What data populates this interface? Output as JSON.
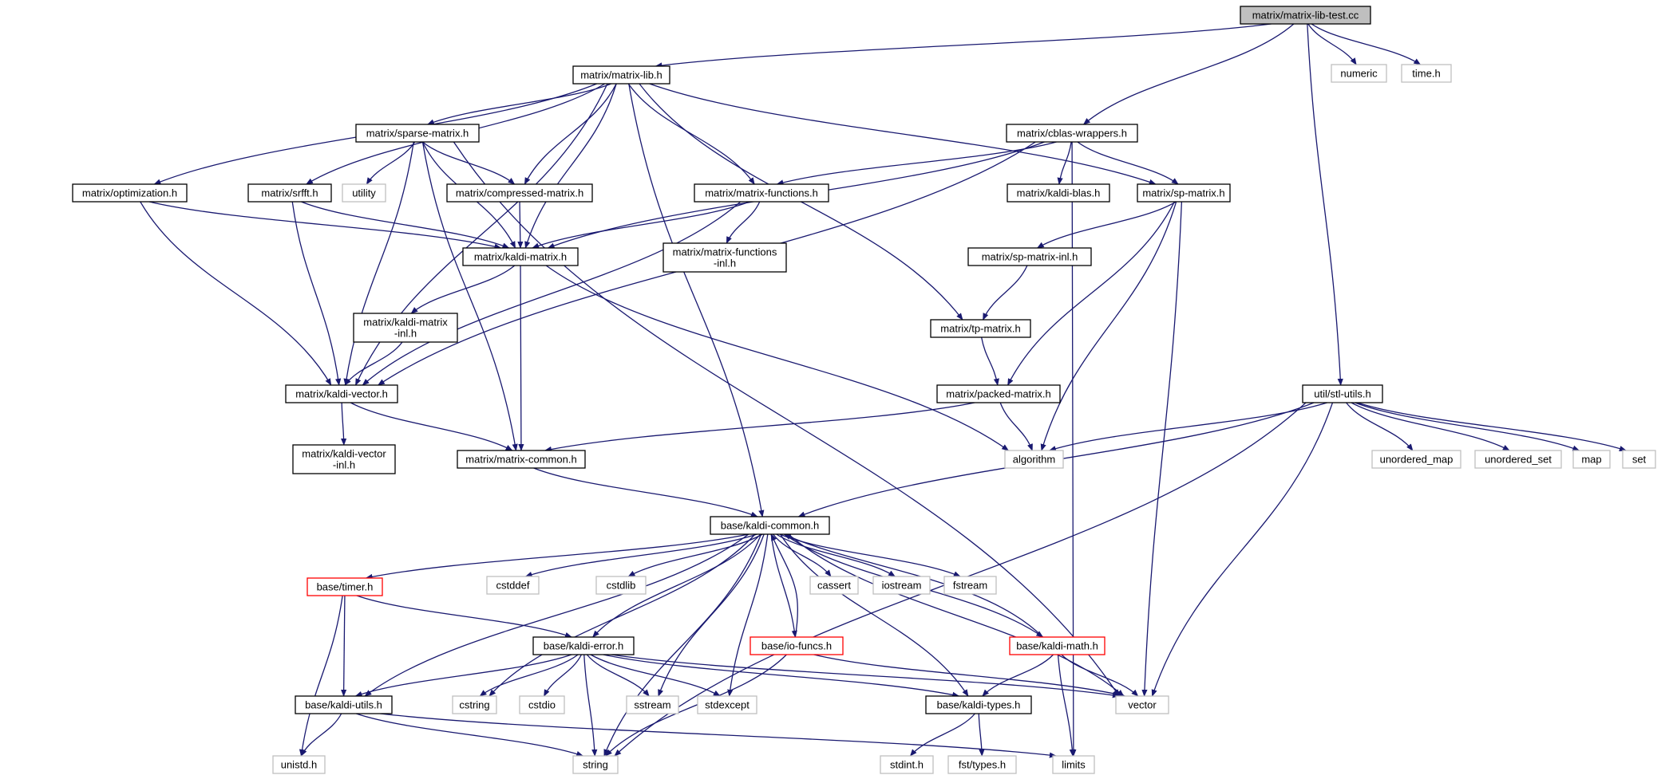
{
  "graph": {
    "edge_color": "#191970",
    "nodes": [
      {
        "id": "root",
        "label": [
          "matrix/matrix-lib-test.cc"
        ],
        "kind": "root"
      },
      {
        "id": "matrixlib",
        "label": [
          "matrix/matrix-lib.h"
        ],
        "kind": "primary"
      },
      {
        "id": "numeric",
        "label": [
          "numeric"
        ],
        "kind": "system"
      },
      {
        "id": "timeh",
        "label": [
          "time.h"
        ],
        "kind": "system"
      },
      {
        "id": "sparse",
        "label": [
          "matrix/sparse-matrix.h"
        ],
        "kind": "primary"
      },
      {
        "id": "cblas",
        "label": [
          "matrix/cblas-wrappers.h"
        ],
        "kind": "primary"
      },
      {
        "id": "optim",
        "label": [
          "matrix/optimization.h"
        ],
        "kind": "primary"
      },
      {
        "id": "srfft",
        "label": [
          "matrix/srfft.h"
        ],
        "kind": "primary"
      },
      {
        "id": "utility",
        "label": [
          "utility"
        ],
        "kind": "system"
      },
      {
        "id": "compressed",
        "label": [
          "matrix/compressed-matrix.h"
        ],
        "kind": "primary"
      },
      {
        "id": "mfunc",
        "label": [
          "matrix/matrix-functions.h"
        ],
        "kind": "primary"
      },
      {
        "id": "blas",
        "label": [
          "matrix/kaldi-blas.h"
        ],
        "kind": "primary"
      },
      {
        "id": "spm",
        "label": [
          "matrix/sp-matrix.h"
        ],
        "kind": "primary"
      },
      {
        "id": "kmatrix",
        "label": [
          "matrix/kaldi-matrix.h"
        ],
        "kind": "primary"
      },
      {
        "id": "mfuncinl",
        "label": [
          "matrix/matrix-functions",
          "-inl.h"
        ],
        "kind": "primary"
      },
      {
        "id": "spinl",
        "label": [
          "matrix/sp-matrix-inl.h"
        ],
        "kind": "primary"
      },
      {
        "id": "kminl",
        "label": [
          "matrix/kaldi-matrix",
          "-inl.h"
        ],
        "kind": "primary"
      },
      {
        "id": "tpm",
        "label": [
          "matrix/tp-matrix.h"
        ],
        "kind": "primary"
      },
      {
        "id": "kvector",
        "label": [
          "matrix/kaldi-vector.h"
        ],
        "kind": "primary"
      },
      {
        "id": "packed",
        "label": [
          "matrix/packed-matrix.h"
        ],
        "kind": "primary"
      },
      {
        "id": "stlutils",
        "label": [
          "util/stl-utils.h"
        ],
        "kind": "primary"
      },
      {
        "id": "kvinl",
        "label": [
          "matrix/kaldi-vector",
          "-inl.h"
        ],
        "kind": "primary"
      },
      {
        "id": "mcommon",
        "label": [
          "matrix/matrix-common.h"
        ],
        "kind": "primary"
      },
      {
        "id": "algorithm",
        "label": [
          "algorithm"
        ],
        "kind": "system"
      },
      {
        "id": "umap",
        "label": [
          "unordered_map"
        ],
        "kind": "system"
      },
      {
        "id": "uset",
        "label": [
          "unordered_set"
        ],
        "kind": "system"
      },
      {
        "id": "map",
        "label": [
          "map"
        ],
        "kind": "system"
      },
      {
        "id": "set",
        "label": [
          "set"
        ],
        "kind": "system"
      },
      {
        "id": "kcommon",
        "label": [
          "base/kaldi-common.h"
        ],
        "kind": "primary"
      },
      {
        "id": "timer",
        "label": [
          "base/timer.h"
        ],
        "kind": "warn"
      },
      {
        "id": "cstddef",
        "label": [
          "cstddef"
        ],
        "kind": "system"
      },
      {
        "id": "cstdlib",
        "label": [
          "cstdlib"
        ],
        "kind": "system"
      },
      {
        "id": "cassert",
        "label": [
          "cassert"
        ],
        "kind": "system"
      },
      {
        "id": "iostream",
        "label": [
          "iostream"
        ],
        "kind": "system"
      },
      {
        "id": "fstream",
        "label": [
          "fstream"
        ],
        "kind": "system"
      },
      {
        "id": "kerror",
        "label": [
          "base/kaldi-error.h"
        ],
        "kind": "primary"
      },
      {
        "id": "iofuncs",
        "label": [
          "base/io-funcs.h"
        ],
        "kind": "warn"
      },
      {
        "id": "kmath",
        "label": [
          "base/kaldi-math.h"
        ],
        "kind": "warn"
      },
      {
        "id": "kutils",
        "label": [
          "base/kaldi-utils.h"
        ],
        "kind": "primary"
      },
      {
        "id": "cstring",
        "label": [
          "cstring"
        ],
        "kind": "system"
      },
      {
        "id": "cstdio",
        "label": [
          "cstdio"
        ],
        "kind": "system"
      },
      {
        "id": "sstream",
        "label": [
          "sstream"
        ],
        "kind": "system"
      },
      {
        "id": "stdexcept",
        "label": [
          "stdexcept"
        ],
        "kind": "system"
      },
      {
        "id": "ktypes",
        "label": [
          "base/kaldi-types.h"
        ],
        "kind": "primary"
      },
      {
        "id": "vector",
        "label": [
          "vector"
        ],
        "kind": "system"
      },
      {
        "id": "unistd",
        "label": [
          "unistd.h"
        ],
        "kind": "system"
      },
      {
        "id": "string",
        "label": [
          "string"
        ],
        "kind": "system"
      },
      {
        "id": "stdint",
        "label": [
          "stdint.h"
        ],
        "kind": "system"
      },
      {
        "id": "fsttypes",
        "label": [
          "fst/types.h"
        ],
        "kind": "system"
      },
      {
        "id": "limits",
        "label": [
          "limits"
        ],
        "kind": "system"
      }
    ],
    "edges": [
      [
        "root",
        "matrixlib"
      ],
      [
        "root",
        "numeric"
      ],
      [
        "root",
        "timeh"
      ],
      [
        "root",
        "cblas"
      ],
      [
        "root",
        "stlutils"
      ],
      [
        "matrixlib",
        "sparse"
      ],
      [
        "matrixlib",
        "optim"
      ],
      [
        "matrixlib",
        "srfft"
      ],
      [
        "matrixlib",
        "compressed"
      ],
      [
        "matrixlib",
        "mfunc"
      ],
      [
        "matrixlib",
        "kmatrix"
      ],
      [
        "matrixlib",
        "spm"
      ],
      [
        "matrixlib",
        "tpm"
      ],
      [
        "matrixlib",
        "kvector"
      ],
      [
        "matrixlib",
        "kcommon"
      ],
      [
        "sparse",
        "utility"
      ],
      [
        "sparse",
        "compressed"
      ],
      [
        "sparse",
        "kmatrix"
      ],
      [
        "sparse",
        "kvector"
      ],
      [
        "sparse",
        "mcommon"
      ],
      [
        "sparse",
        "vector"
      ],
      [
        "cblas",
        "mfunc"
      ],
      [
        "cblas",
        "blas"
      ],
      [
        "cblas",
        "spm"
      ],
      [
        "cblas",
        "kmatrix"
      ],
      [
        "cblas",
        "kvector"
      ],
      [
        "cblas",
        "limits"
      ],
      [
        "optim",
        "kmatrix"
      ],
      [
        "optim",
        "kvector"
      ],
      [
        "srfft",
        "kmatrix"
      ],
      [
        "srfft",
        "kvector"
      ],
      [
        "compressed",
        "kmatrix"
      ],
      [
        "mfunc",
        "kmatrix"
      ],
      [
        "mfunc",
        "kvector"
      ],
      [
        "mfunc",
        "mfuncinl"
      ],
      [
        "spm",
        "spinl"
      ],
      [
        "spm",
        "packed"
      ],
      [
        "spm",
        "algorithm"
      ],
      [
        "spm",
        "vector"
      ],
      [
        "kmatrix",
        "kminl"
      ],
      [
        "kmatrix",
        "mcommon"
      ],
      [
        "kmatrix",
        "algorithm"
      ],
      [
        "spinl",
        "tpm"
      ],
      [
        "kminl",
        "kvector"
      ],
      [
        "tpm",
        "packed"
      ],
      [
        "kvector",
        "kvinl"
      ],
      [
        "kvector",
        "mcommon"
      ],
      [
        "packed",
        "mcommon"
      ],
      [
        "packed",
        "algorithm"
      ],
      [
        "stlutils",
        "algorithm"
      ],
      [
        "stlutils",
        "umap"
      ],
      [
        "stlutils",
        "uset"
      ],
      [
        "stlutils",
        "map"
      ],
      [
        "stlutils",
        "set"
      ],
      [
        "stlutils",
        "kcommon"
      ],
      [
        "stlutils",
        "vector"
      ],
      [
        "stlutils",
        "string"
      ],
      [
        "mcommon",
        "kcommon"
      ],
      [
        "kcommon",
        "timer"
      ],
      [
        "kcommon",
        "cstddef"
      ],
      [
        "kcommon",
        "cstdlib"
      ],
      [
        "kcommon",
        "cassert"
      ],
      [
        "kcommon",
        "iostream"
      ],
      [
        "kcommon",
        "fstream"
      ],
      [
        "kcommon",
        "kerror"
      ],
      [
        "kcommon",
        "iofuncs"
      ],
      [
        "kcommon",
        "kmath"
      ],
      [
        "kcommon",
        "kutils"
      ],
      [
        "kcommon",
        "cstring"
      ],
      [
        "kcommon",
        "sstream"
      ],
      [
        "kcommon",
        "stdexcept"
      ],
      [
        "kcommon",
        "ktypes"
      ],
      [
        "kcommon",
        "vector"
      ],
      [
        "kcommon",
        "string"
      ],
      [
        "timer",
        "kerror"
      ],
      [
        "timer",
        "kutils"
      ],
      [
        "timer",
        "unistd"
      ],
      [
        "kerror",
        "kutils"
      ],
      [
        "kerror",
        "cstring"
      ],
      [
        "kerror",
        "cstdio"
      ],
      [
        "kerror",
        "sstream"
      ],
      [
        "kerror",
        "stdexcept"
      ],
      [
        "kerror",
        "string"
      ],
      [
        "kerror",
        "ktypes"
      ],
      [
        "kerror",
        "vector"
      ],
      [
        "iofuncs",
        "kcommon"
      ],
      [
        "iofuncs",
        "vector"
      ],
      [
        "iofuncs",
        "string"
      ],
      [
        "kmath",
        "kcommon"
      ],
      [
        "kmath",
        "ktypes"
      ],
      [
        "kmath",
        "vector"
      ],
      [
        "kmath",
        "limits"
      ],
      [
        "kutils",
        "unistd"
      ],
      [
        "kutils",
        "string"
      ],
      [
        "kutils",
        "limits"
      ],
      [
        "ktypes",
        "stdint"
      ],
      [
        "ktypes",
        "fsttypes"
      ]
    ]
  }
}
